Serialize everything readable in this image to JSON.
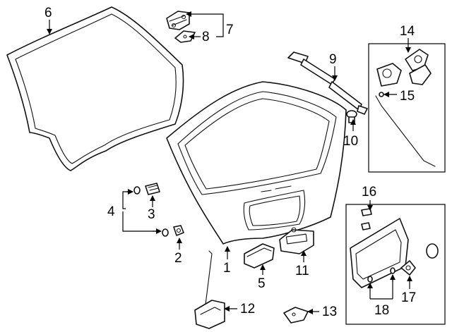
{
  "callouts": {
    "c1": "1",
    "c2": "2",
    "c3": "3",
    "c4": "4",
    "c5": "5",
    "c6": "6",
    "c7": "7",
    "c8": "8",
    "c9": "9",
    "c10": "10",
    "c11": "11",
    "c12": "12",
    "c13": "13",
    "c14": "14",
    "c15": "15",
    "c16": "16",
    "c17": "17",
    "c18": "18"
  },
  "colors": {
    "line": "#111111",
    "background": "#ffffff"
  }
}
